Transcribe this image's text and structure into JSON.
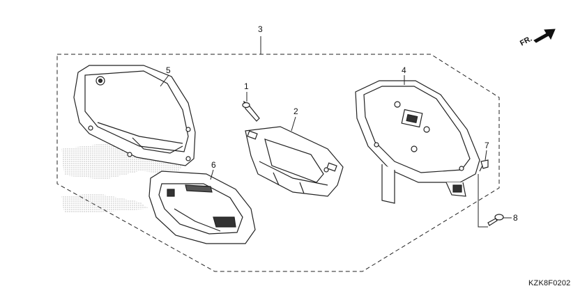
{
  "diagram": {
    "callouts": [
      {
        "id": "3",
        "label": "3"
      },
      {
        "id": "5",
        "label": "5"
      },
      {
        "id": "1",
        "label": "1"
      },
      {
        "id": "2",
        "label": "2"
      },
      {
        "id": "4",
        "label": "4"
      },
      {
        "id": "6",
        "label": "6"
      },
      {
        "id": "7",
        "label": "7"
      },
      {
        "id": "8",
        "label": "8"
      }
    ],
    "direction_label": "FR.",
    "diagram_code": "KZK8F0202",
    "colors": {
      "line": "#222222",
      "stipple": "#9a9a9a",
      "part_fill": "#ffffff",
      "dark": "#333333"
    }
  }
}
